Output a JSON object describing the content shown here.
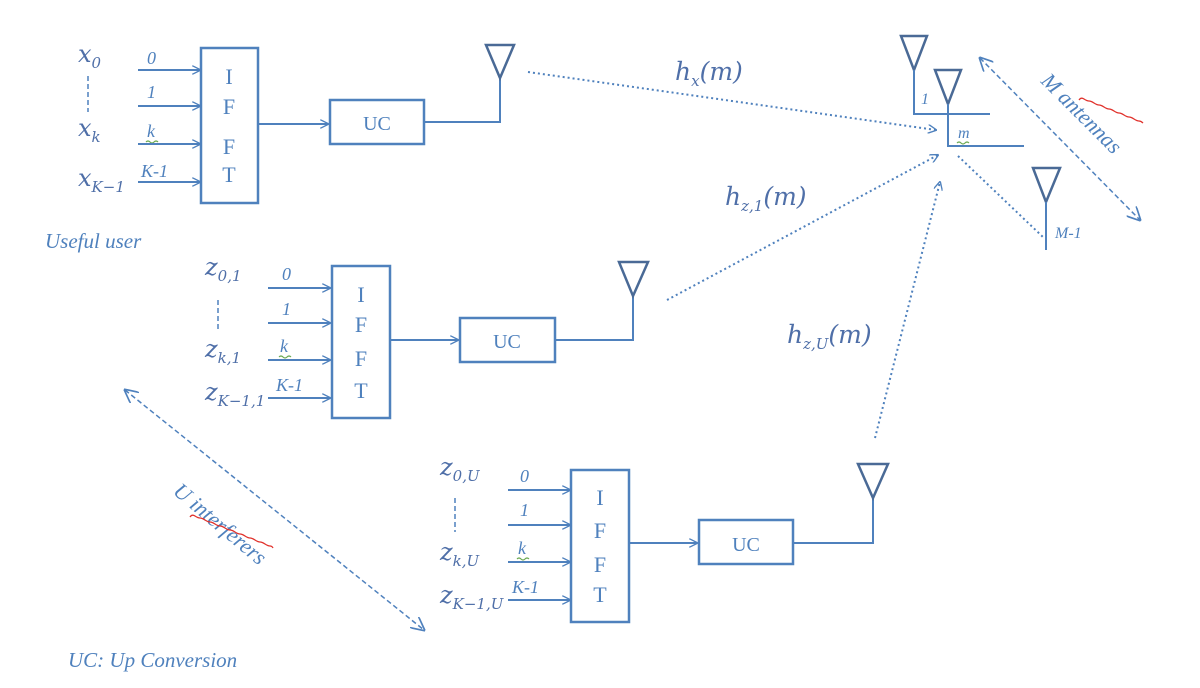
{
  "useful_user": {
    "label": "Useful user",
    "inputs": [
      {
        "sym": "x",
        "sub": "0",
        "port": "0"
      },
      {
        "sym": "x",
        "sub": "k",
        "port": "1"
      },
      {
        "sym": "x",
        "sub": "K−1",
        "port": "k"
      }
    ],
    "last_port": "K-1",
    "ifft_letters": [
      "I",
      "F",
      "F",
      "T"
    ],
    "uc_label": "UC",
    "channel_sym": "h",
    "channel_sub": "x",
    "channel_arg": "(m)"
  },
  "interferer_1": {
    "inputs": [
      {
        "sym": "z",
        "sub": "0,1"
      },
      {
        "sym": "z",
        "sub": "k,1"
      },
      {
        "sym": "z",
        "sub": "K−1,1"
      }
    ],
    "ports": [
      "0",
      "1",
      "k",
      "K-1"
    ],
    "ifft_letters": [
      "I",
      "F",
      "F",
      "T"
    ],
    "uc_label": "UC",
    "channel_sym": "h",
    "channel_sub": "z,1",
    "channel_arg": "(m)"
  },
  "interferer_U": {
    "inputs": [
      {
        "sym": "z",
        "sub": "0,U"
      },
      {
        "sym": "z",
        "sub": "k,U"
      },
      {
        "sym": "z",
        "sub": "K−1,U"
      }
    ],
    "ports": [
      "0",
      "1",
      "k",
      "K-1"
    ],
    "ifft_letters": [
      "I",
      "F",
      "F",
      "T"
    ],
    "uc_label": "UC",
    "channel_sym": "h",
    "channel_sub": "z,U",
    "channel_arg": "(m)"
  },
  "receiver": {
    "antenna_labels": [
      "1",
      "m",
      "M-1"
    ],
    "group_label": "M antennas"
  },
  "interferers_label": "U interferers",
  "legend": "UC: Up Conversion",
  "colors": {
    "line": "#4f81bd",
    "antenna": "#4a6a96",
    "spell": "#e0302a",
    "spell_green": "#6aa84f"
  }
}
